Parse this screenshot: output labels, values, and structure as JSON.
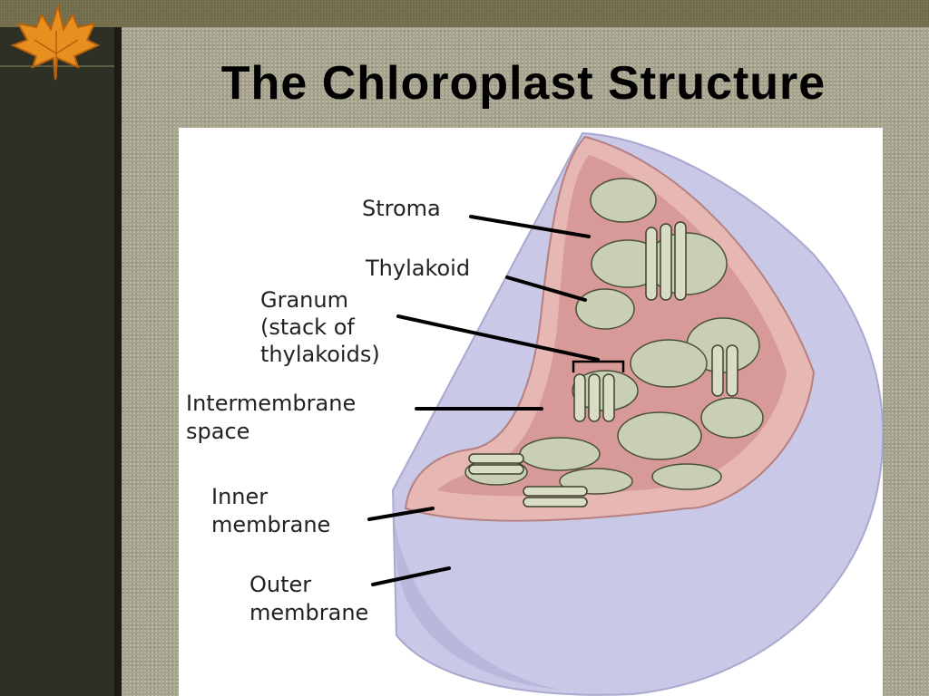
{
  "slide": {
    "title": "The Chloroplast Structure"
  },
  "diagram": {
    "labels": {
      "stroma": "Stroma",
      "thylakoid": "Thylakoid",
      "granum_1": "Granum",
      "granum_2": "(stack of",
      "granum_3": "thylakoids)",
      "intermembrane_1": "Intermembrane",
      "intermembrane_2": "space",
      "inner_1": "Inner",
      "inner_2": "membrane",
      "outer_1": "Outer",
      "outer_2": "membrane"
    },
    "colors": {
      "outer_membrane": "#c9c8e6",
      "inner_membrane": "#c98a8a",
      "stroma": "#d79a98",
      "thylakoid": "#c9cfb2",
      "leader_line": "#000000"
    }
  },
  "decor": {
    "leaf_icon": "maple-leaf-icon"
  }
}
